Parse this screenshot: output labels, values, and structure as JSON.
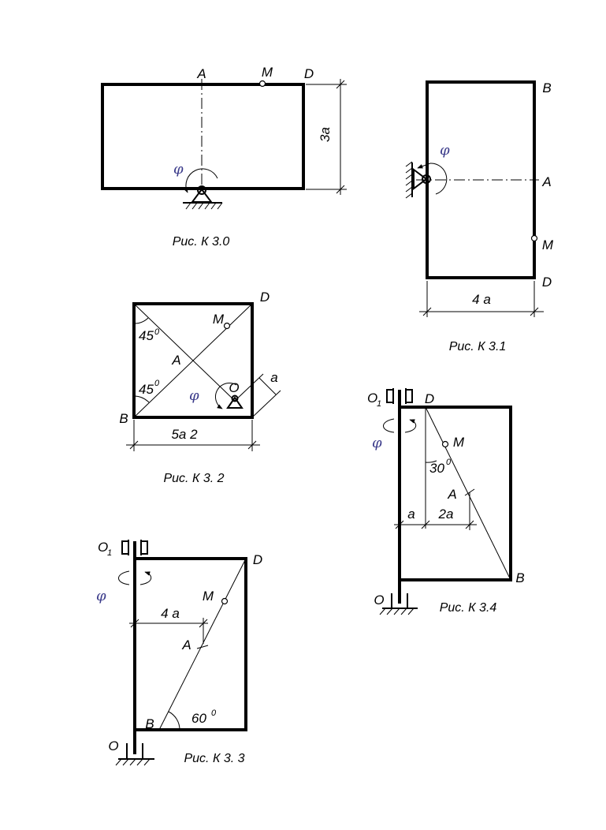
{
  "fig30": {
    "A": "A",
    "M": "M",
    "D": "D",
    "dim": "3a",
    "phi": "φ",
    "caption": "Рис. К 3.0"
  },
  "fig31": {
    "B": "B",
    "A": "A",
    "M": "M",
    "D": "D",
    "dim": "4 a",
    "phi": "φ",
    "caption": "Рис. К 3.1"
  },
  "fig32": {
    "D": "D",
    "M": "M",
    "A": "A",
    "O": "O",
    "B": "B",
    "angle1": "45",
    "angle2": "45",
    "deg": "0",
    "dim_a": "a",
    "dim_width": "5a  2",
    "phi": "φ",
    "caption": "Рис. К 3. 2"
  },
  "fig33": {
    "O1": "O",
    "O1_sub": "1",
    "D": "D",
    "M": "M",
    "A": "A",
    "B": "B",
    "O": "O",
    "dim": "4 a",
    "angle": "60",
    "deg": "0",
    "phi": "φ",
    "caption": "Рис. К 3. 3"
  },
  "fig34": {
    "O1": "O",
    "O1_sub": "1",
    "D": "D",
    "M": "M",
    "A": "A",
    "B": "B",
    "O": "O",
    "dim_a": "a",
    "dim_2a": "2a",
    "angle": "30",
    "deg": "0",
    "phi": "φ",
    "caption": "Рис. К 3.4"
  }
}
